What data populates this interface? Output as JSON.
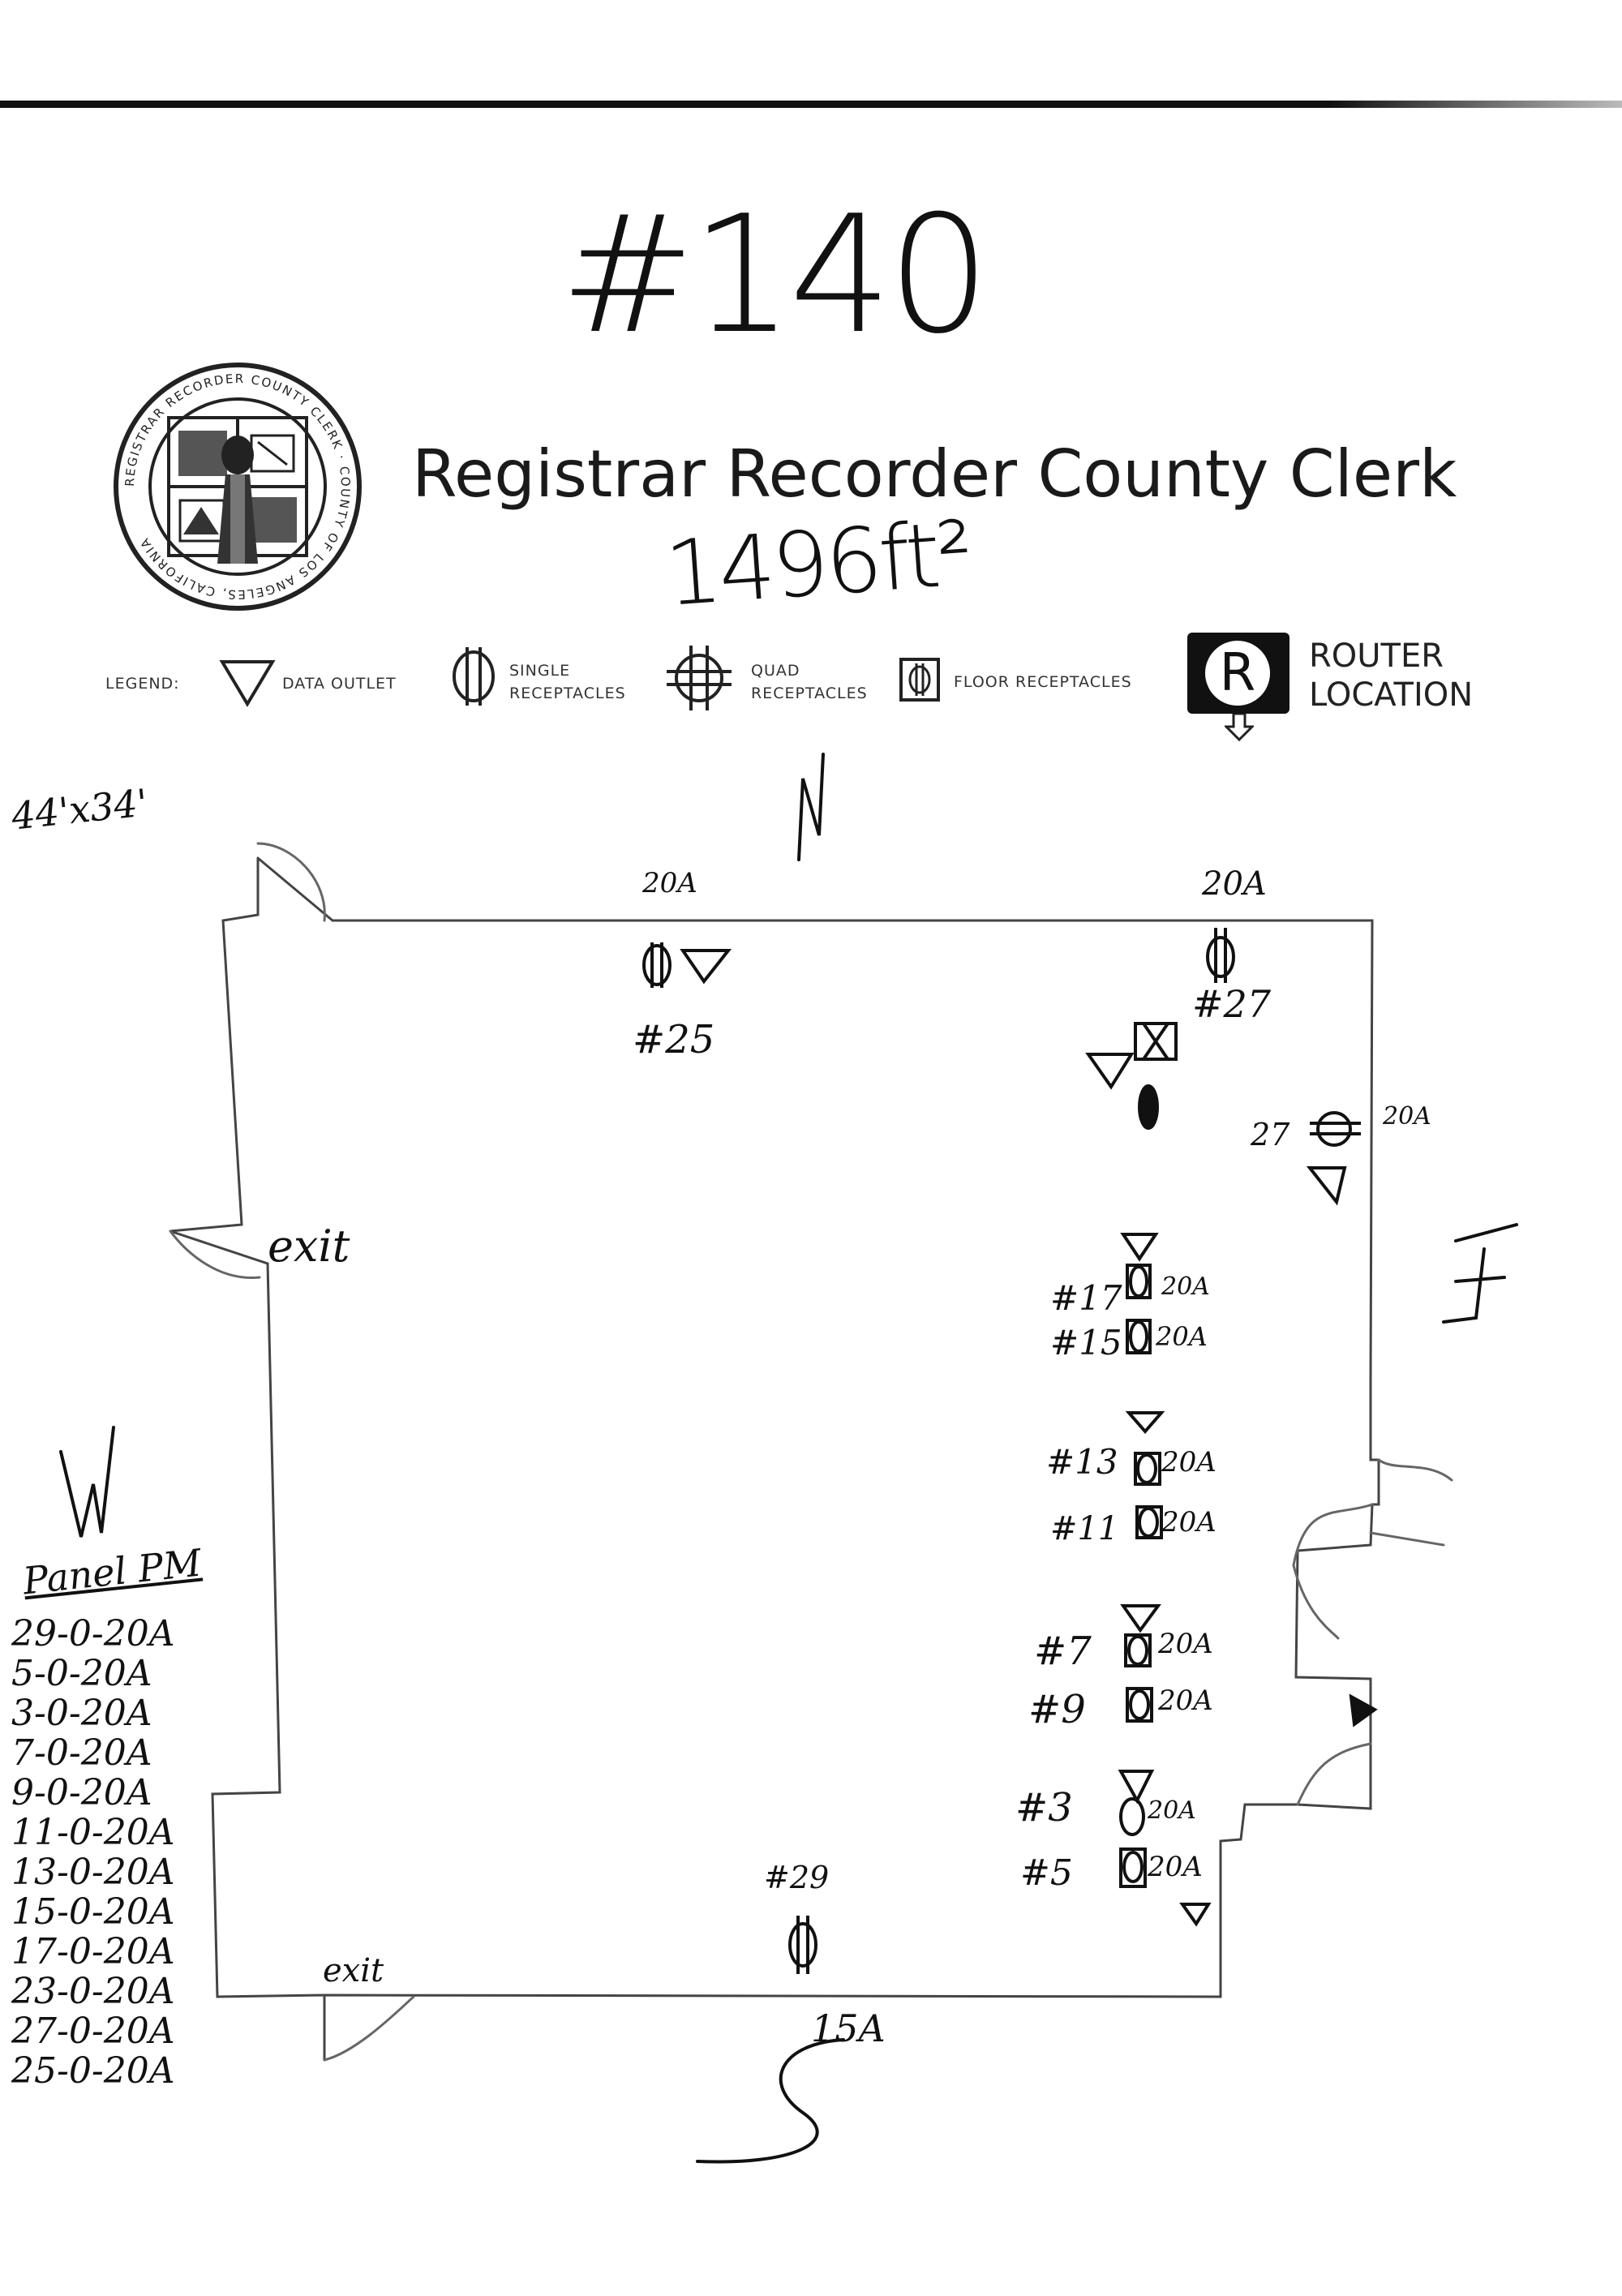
{
  "page_number": "#140",
  "area": "1496ft²",
  "title": "Registrar Recorder County Clerk",
  "seal_text": "REGISTRAR RECORDER COUNTY CLERK · COUNTY OF LOS ANGELES, CALIFORNIA",
  "dimensions": "44'x34'",
  "legend": {
    "label": "LEGEND:",
    "data_outlet": "DATA OUTLET",
    "single_receptacles": [
      "SINGLE",
      "RECEPTACLES"
    ],
    "quad_receptacles": [
      "QUAD",
      "RECEPTACLES"
    ],
    "floor_receptacles": "FLOOR RECEPTACLES",
    "router_letter": "R",
    "router_location": [
      "ROUTER",
      "LOCATION"
    ]
  },
  "compass": {
    "north": "N",
    "south": "S",
    "east": "E",
    "west": "W"
  },
  "exits": [
    "exit",
    "exit"
  ],
  "outlet_labels": {
    "n1_amp": "20A",
    "n1_num": "#25",
    "n2_amp": "20A",
    "n2_num": "#27",
    "e27_num": "27",
    "e27_amp": "20A",
    "c17": "#17",
    "c17_amp": "20A",
    "c15": "#15",
    "c15_amp": "20A",
    "c13": "#13",
    "c13_amp": "20A",
    "c11": "#11",
    "c11_amp": "20A",
    "c7": "#7",
    "c7_amp": "20A",
    "c9": "#9",
    "c9_amp": "20A",
    "c3": "#3",
    "c3_amp": "20A",
    "c5": "#5",
    "c5_amp": "20A",
    "s_num": "#29",
    "s_amp": "15A"
  },
  "panel": {
    "heading": "Panel PM",
    "circuits": [
      "29-0-20A",
      "5-0-20A",
      "3-0-20A",
      "7-0-20A",
      "9-0-20A",
      "11-0-20A",
      "13-0-20A",
      "15-0-20A",
      "17-0-20A",
      "23-0-20A",
      "27-0-20A",
      "25-0-20A"
    ]
  },
  "colors": {
    "ink": "#111111",
    "pencil": "#555555",
    "paper": "#ffffff"
  }
}
